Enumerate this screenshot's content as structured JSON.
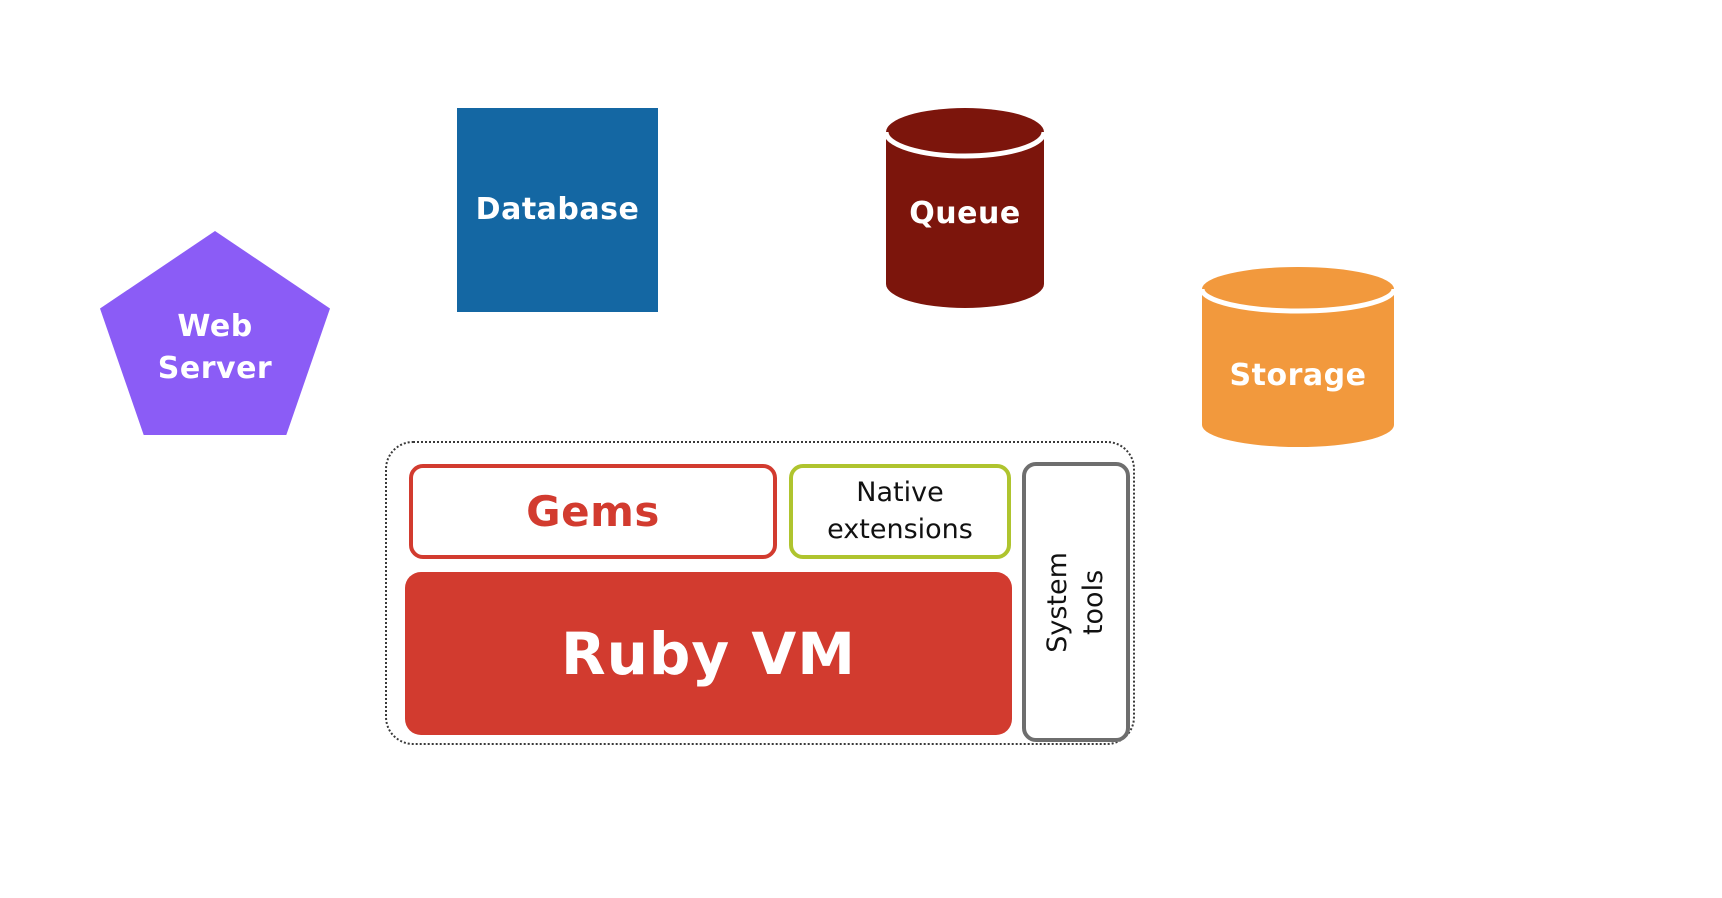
{
  "nodes": {
    "web_server": {
      "label": "Web Server"
    },
    "database": {
      "label": "Database"
    },
    "queue": {
      "label": "Queue"
    },
    "storage": {
      "label": "Storage"
    },
    "gems": {
      "label": "Gems"
    },
    "native_extensions": {
      "label": "Native extensions"
    },
    "ruby_vm": {
      "label": "Ruby VM"
    },
    "system_tools": {
      "label": "System tools"
    }
  },
  "colors": {
    "web_server": "#8B5CF6",
    "database": "#1467A3",
    "queue": "#7C150C",
    "storage": "#F2993D",
    "ruby_vm": "#D23B2F",
    "gems_border": "#D23B2F",
    "native_extensions_border": "#AFC42E",
    "system_tools_border": "#6E6E6E",
    "container_border": "#3A3A3A",
    "cylinder_seam": "#FFFFFF"
  }
}
